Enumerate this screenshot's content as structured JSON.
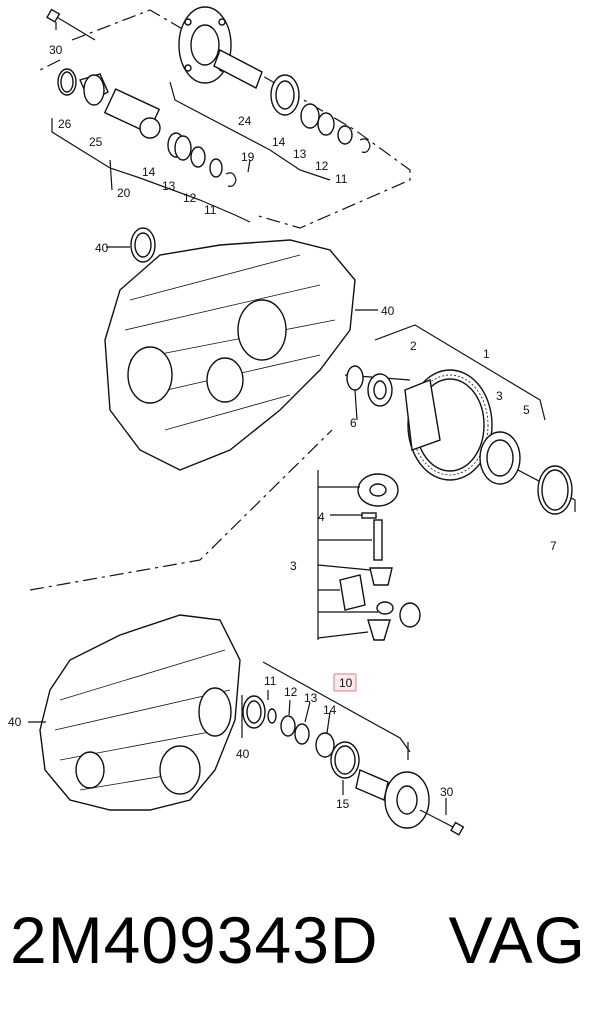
{
  "diagram": {
    "callouts": {
      "c30_top": "30",
      "c26": "26",
      "c25": "25",
      "c20": "20",
      "c14_a": "14",
      "c13_a": "13",
      "c12_a": "12",
      "c11_a": "11",
      "c24": "24",
      "c19": "19",
      "c14_b": "14",
      "c13_b": "13",
      "c12_b": "12",
      "c11_b": "11",
      "c40_a": "40",
      "c40_b": "40",
      "c2": "2",
      "c1": "1",
      "c3_a": "3",
      "c5": "5",
      "c6": "6",
      "c4": "4",
      "c3_b": "3",
      "c7": "7",
      "c10": "10",
      "c11_c": "11",
      "c12_c": "12",
      "c13_c": "13",
      "c14_c": "14",
      "c40_c": "40",
      "c40_d": "40",
      "c15": "15",
      "c30_bottom": "30"
    },
    "highlight_color": "#e07b88"
  },
  "footer": {
    "part_number": "2M409343D",
    "brand": "VAG"
  }
}
